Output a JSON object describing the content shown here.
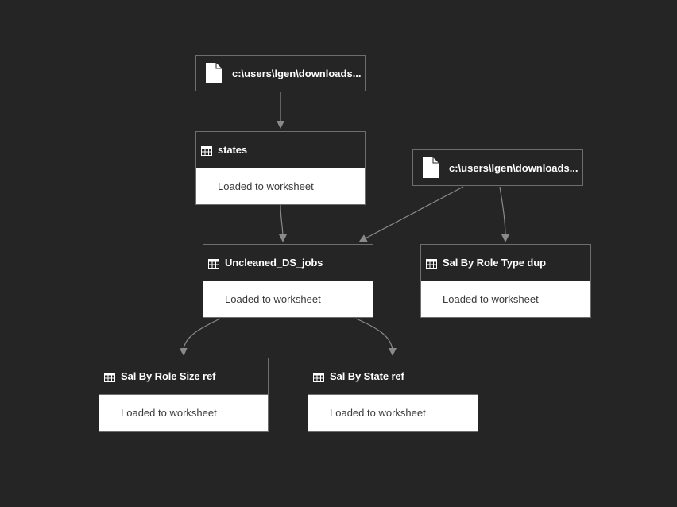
{
  "colors": {
    "canvas": "#252525",
    "node_border": "#6e6e6e",
    "edge": "#8a8a8a",
    "status_bg": "#ffffff",
    "title_text": "#ffffff",
    "status_text": "#3a3a3a"
  },
  "sources": [
    {
      "id": "source-1",
      "label": "c:\\users\\lgen\\downloads...",
      "icon": "file-icon"
    },
    {
      "id": "source-2",
      "label": "c:\\users\\lgen\\downloads...",
      "icon": "file-icon"
    }
  ],
  "queries": [
    {
      "id": "states",
      "title": "states",
      "status": "Loaded to worksheet",
      "icon": "table-icon"
    },
    {
      "id": "uncleaned",
      "title": "Uncleaned_DS_jobs",
      "status": "Loaded to worksheet",
      "icon": "table-icon"
    },
    {
      "id": "role-type",
      "title": "Sal By Role Type dup",
      "status": "Loaded to worksheet",
      "icon": "table-icon"
    },
    {
      "id": "role-size",
      "title": "Sal By Role Size ref",
      "status": "Loaded to worksheet",
      "icon": "table-icon"
    },
    {
      "id": "state-ref",
      "title": "Sal By State ref",
      "status": "Loaded to worksheet",
      "icon": "table-icon"
    }
  ],
  "edges": [
    {
      "from": "source-1",
      "to": "states"
    },
    {
      "from": "states",
      "to": "uncleaned"
    },
    {
      "from": "source-2",
      "to": "uncleaned"
    },
    {
      "from": "source-2",
      "to": "role-type"
    },
    {
      "from": "uncleaned",
      "to": "role-size"
    },
    {
      "from": "uncleaned",
      "to": "state-ref"
    }
  ]
}
